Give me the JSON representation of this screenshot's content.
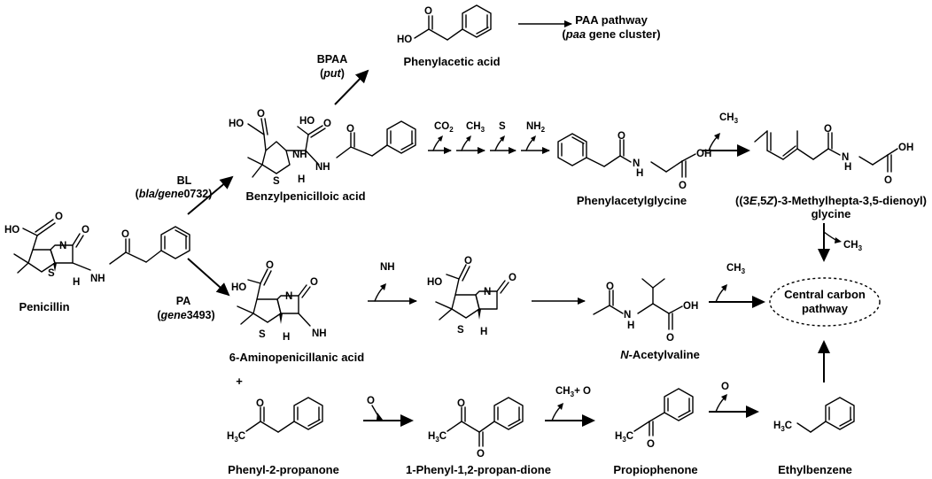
{
  "compounds": {
    "penicillin": "Penicillin",
    "benzylpenicilloic": "Benzylpenicilloic acid",
    "phenylacetic": "Phenylacetic acid",
    "phenylacetylglycine": "Phenylacetylglycine",
    "methylhepta_line1_pre": "((3",
    "methylhepta_E": "E",
    "methylhepta_mid": ",5",
    "methylhepta_Z": "Z",
    "methylhepta_post": ")-3-Methylhepta-3,5-dienoyl)",
    "methylhepta_line2": "glycine",
    "apa": "6-Aminopenicillanic acid",
    "acetylvaline_N": "N",
    "acetylvaline_rest": "-Acetylvaline",
    "central_line1": "Central carbon",
    "central_line2": "pathway",
    "p2p": "Phenyl-2-propanone",
    "phenylpropandione": "1-Phenyl-1,2-propan-dione",
    "propiophenone": "Propiophenone",
    "ethylbenzene": "Ethylbenzene",
    "plus": "+"
  },
  "enzymes": {
    "bl_name": "BL",
    "bl_gene_open": "(",
    "bl_gene_italic": "bla/gene",
    "bl_gene_rest": "0732)",
    "pa_name": "PA",
    "pa_gene_open": "(",
    "pa_gene_italic": "gene",
    "pa_gene_rest": "3493)",
    "bpaa_name": "BPAA",
    "bpaa_gene_open": "(",
    "bpaa_gene_italic": "put",
    "bpaa_gene_close": ")"
  },
  "paa": {
    "line1": "PAA pathway",
    "line2_open": "(",
    "line2_italic": "paa",
    "line2_rest": " gene cluster)"
  },
  "byproducts": {
    "co2": "CO",
    "co2_sub": "2",
    "ch3": "CH",
    "ch3_sub": "3",
    "s": "S",
    "nh2": "NH",
    "nh2_sub": "2",
    "nh": "NH",
    "o": "O",
    "ch3_o_pre": "CH",
    "ch3_o_sub": "3",
    "ch3_o_post": "+ O"
  },
  "atoms": {
    "ho": "HO",
    "o": "O",
    "n": "N",
    "s": "S",
    "h": "H",
    "nh": "NH",
    "oh": "OH",
    "h3c": "H",
    "h3c_sub": "3",
    "h3c_c": "C"
  }
}
